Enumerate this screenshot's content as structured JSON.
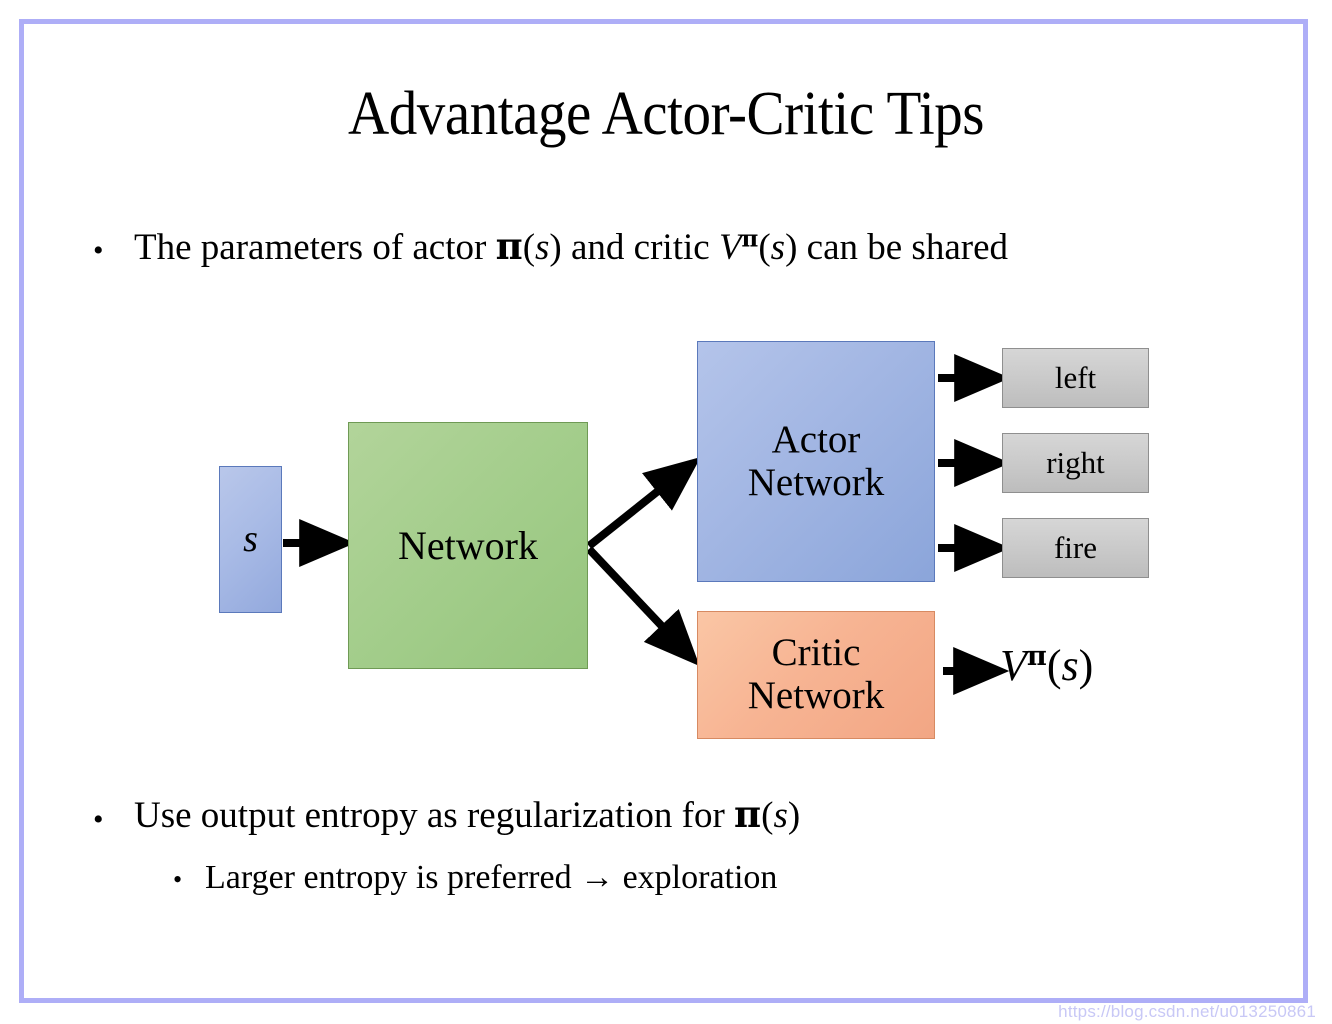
{
  "slide": {
    "title": "Advantage Actor-Critic Tips",
    "frame_color": "#aeaef7",
    "background": "#ffffff"
  },
  "bullets": [
    {
      "level": 1,
      "marker": "•",
      "text_parts": [
        "The parameters of actor ",
        "π(s)",
        "  and critic ",
        "Vπ(s)",
        "  can be shared"
      ],
      "plain": "The parameters of actor π(s)  and critic Vπ(s)  can be shared",
      "lead": "The parameters of actor ",
      "mid": "  and critic ",
      "tail": "  can be shared"
    },
    {
      "level": 1,
      "marker": "•",
      "lead": "Use output entropy as regularization for ",
      "plain": "Use output entropy as regularization for π(s)"
    },
    {
      "level": 2,
      "marker": "•",
      "plain": "Larger entropy is preferred → exploration"
    }
  ],
  "math": {
    "pi": "π",
    "s": "s",
    "V": "V",
    "open_paren": "(",
    "close_paren": ")",
    "arrow": "→"
  },
  "diagram": {
    "type": "flow-diagram",
    "nodes": [
      {
        "id": "state",
        "label": "s",
        "shape": "rect",
        "fill": "#a9bbe6",
        "border": "#5b79bb",
        "italic": true
      },
      {
        "id": "shared",
        "label": "Network",
        "shape": "rect",
        "fill": "#a3cd8b",
        "border": "#6f9a55"
      },
      {
        "id": "actor",
        "label_line1": "Actor",
        "label_line2": "Network",
        "shape": "rect",
        "fill": "#a2b6e3",
        "border": "#5b79bb"
      },
      {
        "id": "critic",
        "label_line1": "Critic",
        "label_line2": "Network",
        "shape": "rect",
        "fill": "#f7b493",
        "border": "#d78a62"
      },
      {
        "id": "left",
        "label": "left",
        "shape": "rect",
        "fill": "#cacaca",
        "border": "#8f8f8f"
      },
      {
        "id": "right",
        "label": "right",
        "shape": "rect",
        "fill": "#cacaca",
        "border": "#8f8f8f"
      },
      {
        "id": "fire",
        "label": "fire",
        "shape": "rect",
        "fill": "#cacaca",
        "border": "#8f8f8f"
      }
    ],
    "edges": [
      {
        "from": "state",
        "to": "shared"
      },
      {
        "from": "shared",
        "to": "actor"
      },
      {
        "from": "shared",
        "to": "critic"
      },
      {
        "from": "actor",
        "to": "left"
      },
      {
        "from": "actor",
        "to": "right"
      },
      {
        "from": "actor",
        "to": "fire"
      },
      {
        "from": "critic",
        "to": "value-output"
      }
    ],
    "value_output": "Vπ(s)"
  },
  "watermark": {
    "text": "https://blog.csdn.net/u013250861",
    "color": "#c8c8f6"
  }
}
